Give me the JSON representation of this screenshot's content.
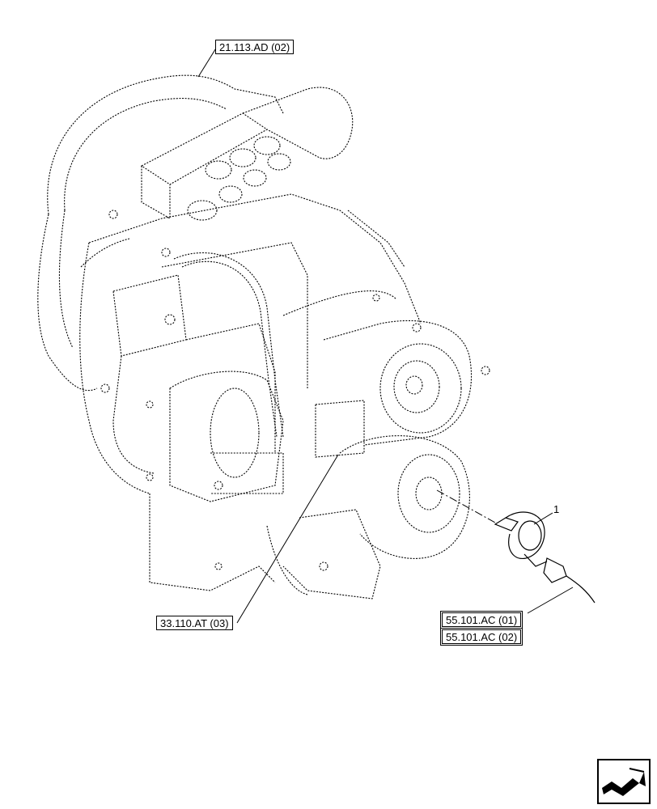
{
  "refs": {
    "top": "21.113.AD (02)",
    "left": "33.110.AT (03)",
    "right_1": "55.101.AC (01)",
    "right_2": "55.101.AC (02)"
  },
  "callout": "1",
  "icons": {
    "nav": "next-page-arrow-icon"
  },
  "colors": {
    "line": "#000000",
    "background": "#ffffff"
  }
}
